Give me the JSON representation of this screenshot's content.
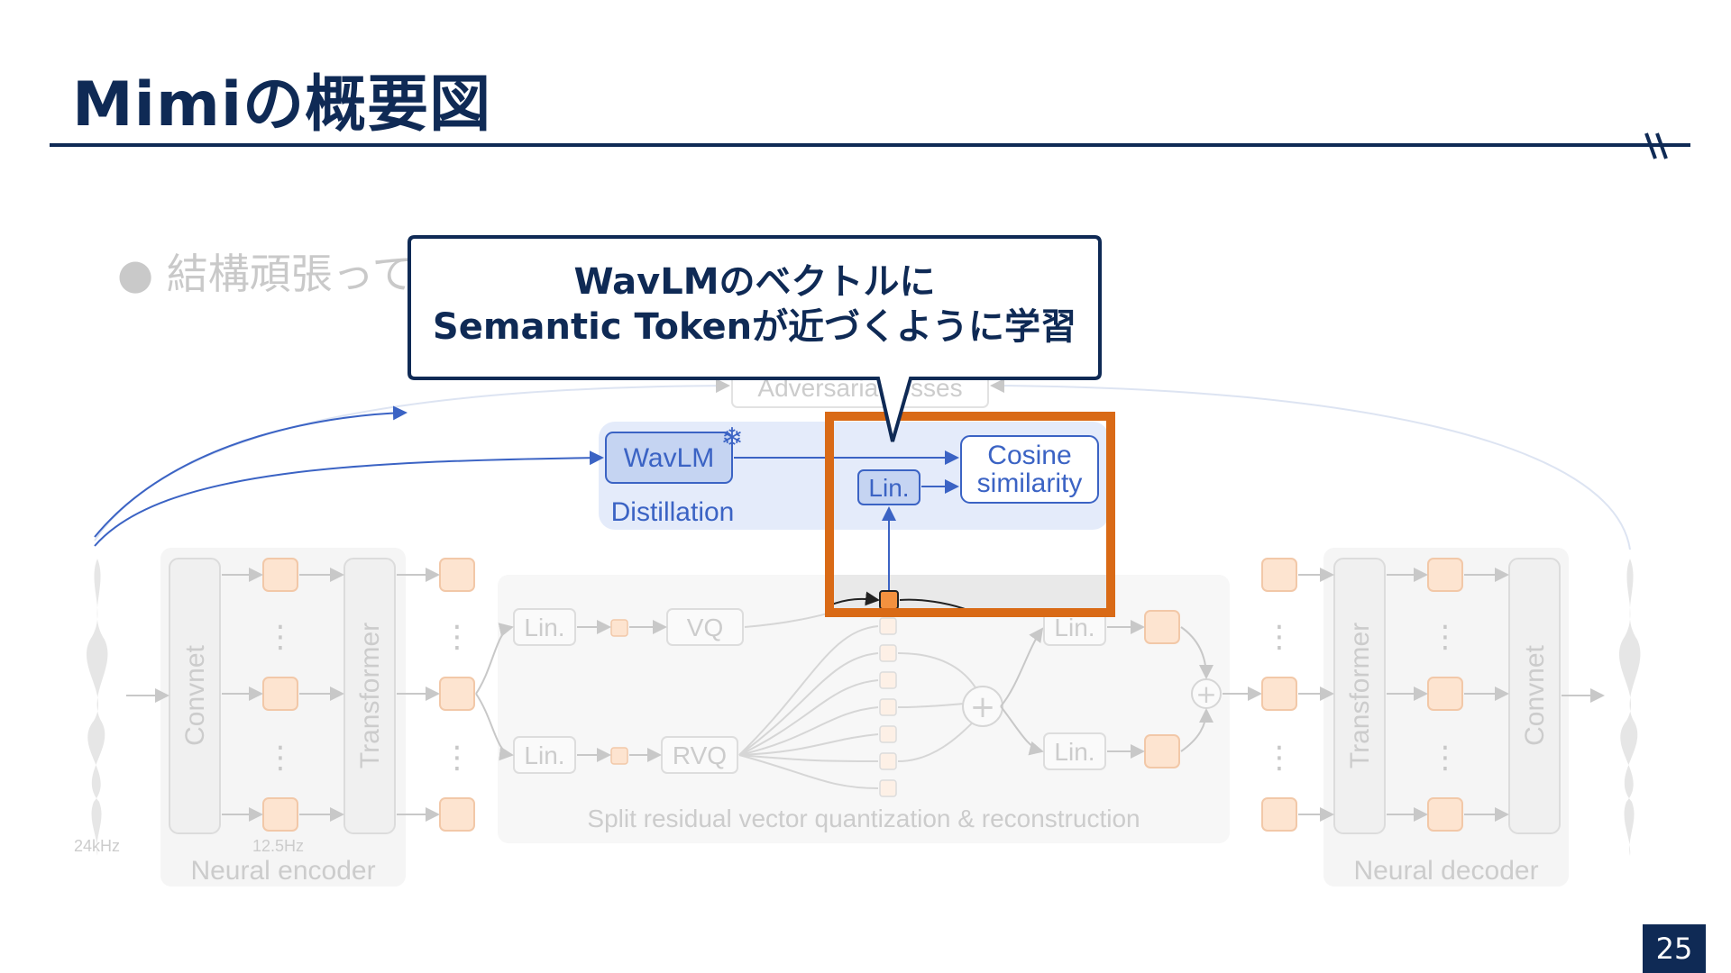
{
  "slide": {
    "title": "Mimiの概要図",
    "page_number": "25",
    "bullet_text": "結構頑張って",
    "callout": {
      "line1": "WavLMのベクトルに",
      "line2": "Semantic Tokenが近づくように学習"
    }
  },
  "diagram": {
    "adversarial": "Adversarial losses",
    "wavlm": "WavLM",
    "distillation": "Distillation",
    "lin_top": "Lin.",
    "cosine_line1": "Cosine",
    "cosine_line2": "similarity",
    "convnet": "Convnet",
    "transformer": "Transformer",
    "neural_encoder": "Neural encoder",
    "neural_decoder": "Neural decoder",
    "rate_24k": "24kHz",
    "rate_12k": "12.5Hz",
    "lin": "Lin.",
    "vq": "VQ",
    "rvq": "RVQ",
    "split_caption": "Split residual vector quantization & reconstruction",
    "dots": "⋮",
    "snowflake": "❄",
    "plus": "+"
  },
  "colors": {
    "navy": "#0f2a55",
    "orange_box": "#d96a16",
    "wavlm_blue": "#3b63c4",
    "faded": "#cccccc"
  }
}
